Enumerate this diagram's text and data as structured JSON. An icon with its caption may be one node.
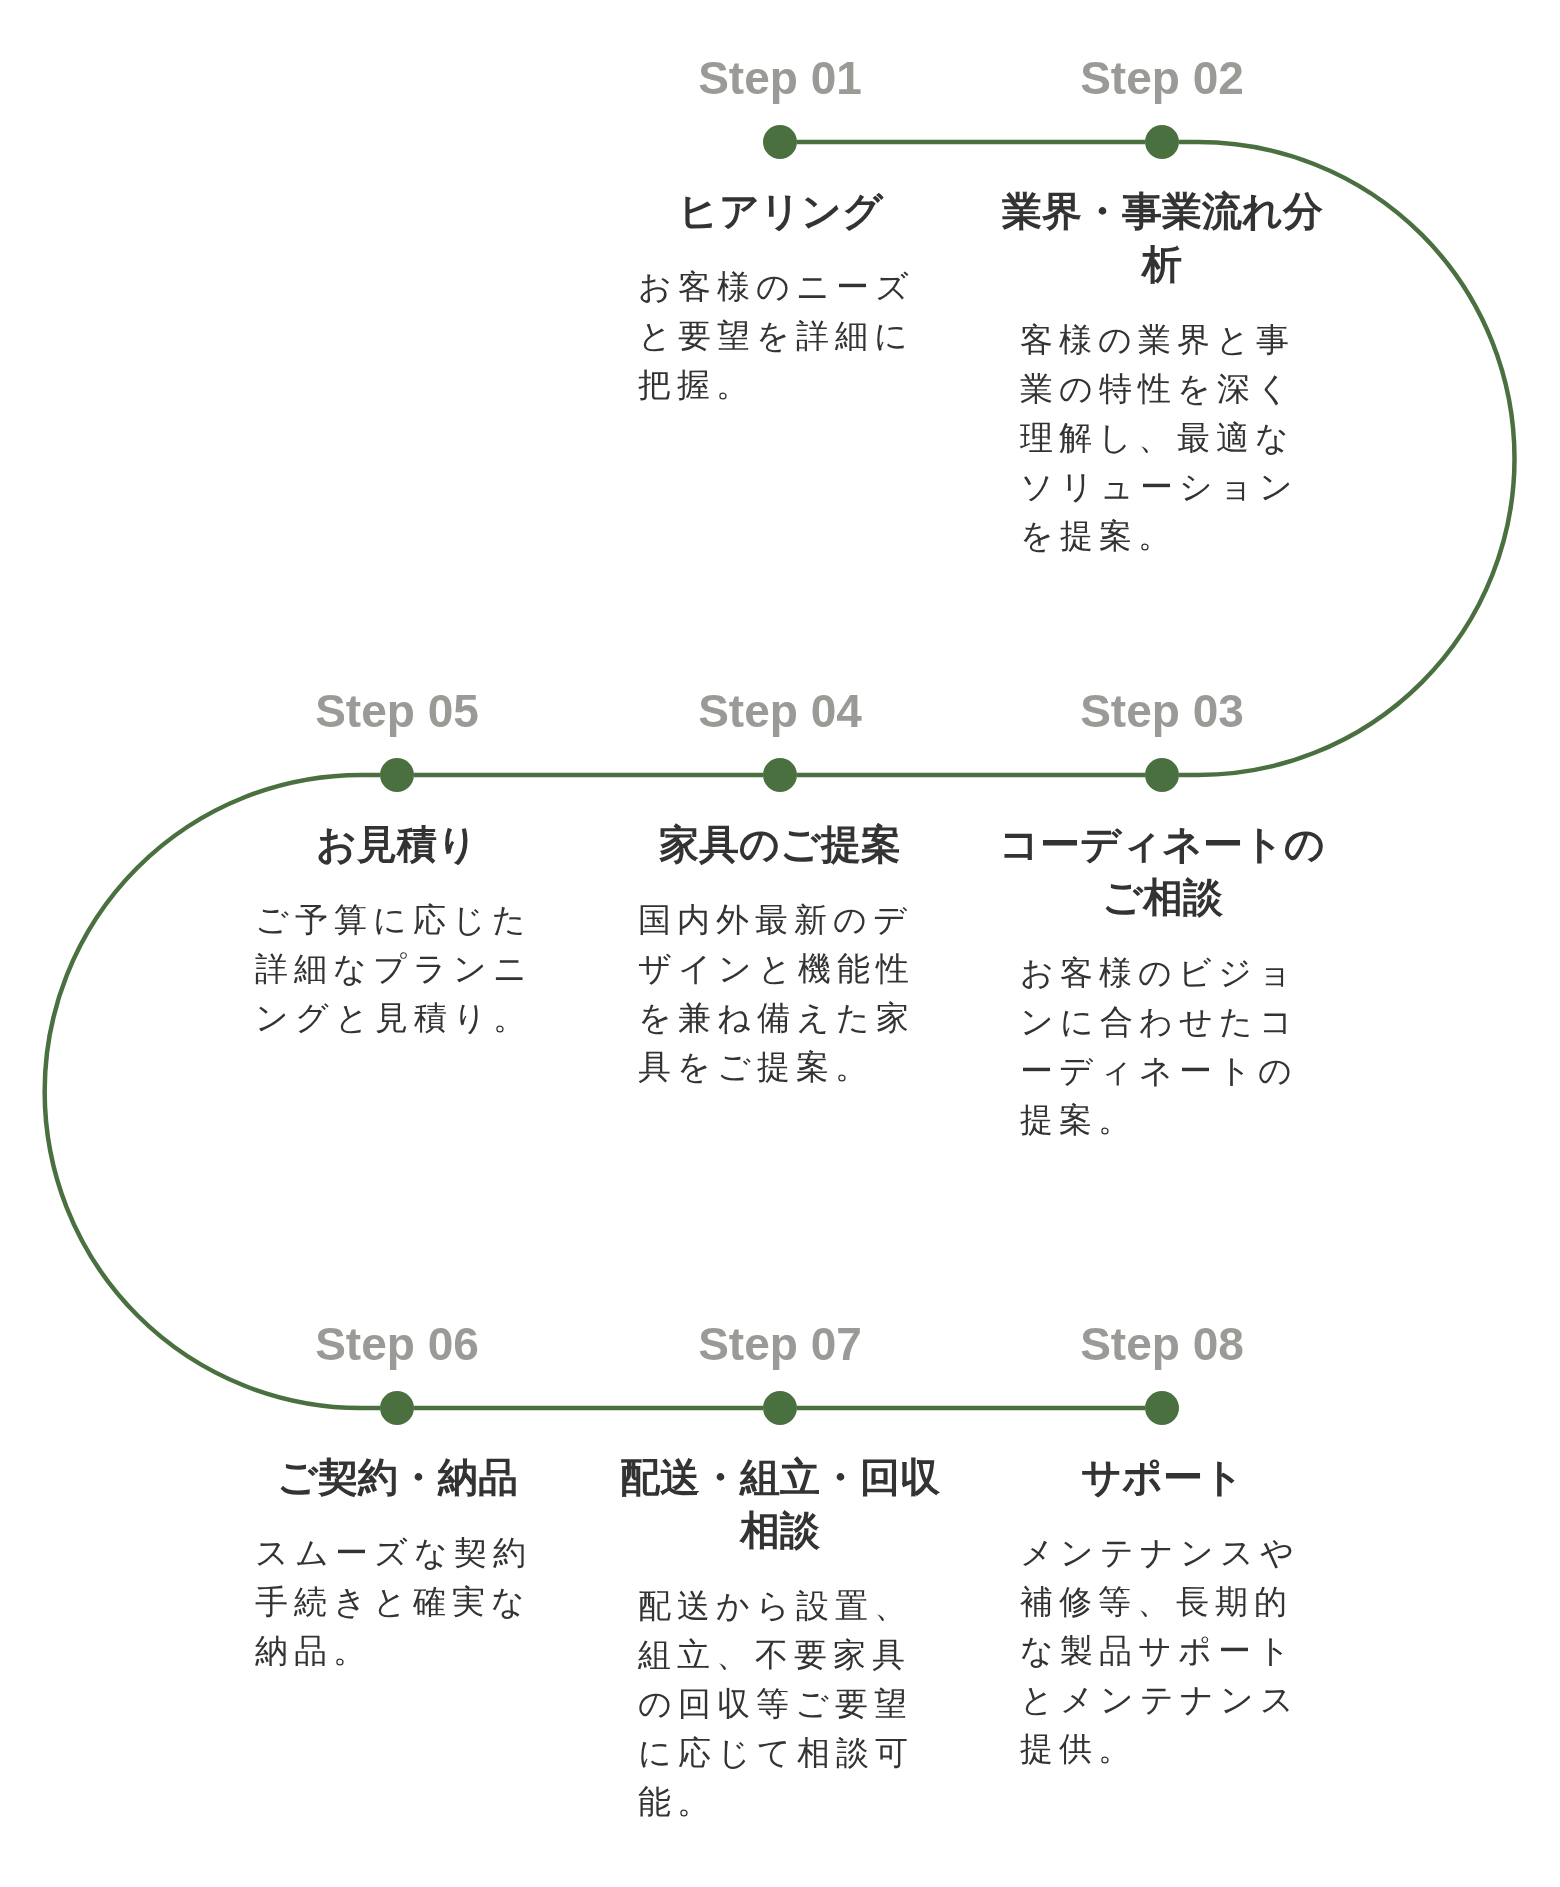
{
  "diagram": {
    "nodes": [
      {
        "text": [],
        "shape": "circle",
        "beside": [
          "Step 01",
          "ヒアリング",
          "お客様のニーズと要望を詳細に把握。"
        ]
      },
      {
        "text": [],
        "shape": "circle",
        "beside": [
          "Step 02",
          "業界・事業流れ分析",
          "客様の業界と事業の特性を深く理解し、最適なソリューションを提案。"
        ]
      },
      {
        "text": [],
        "shape": "circle",
        "beside": [
          "Step 03",
          "コーディネートのご相談",
          "お客様のビジョンに合わせたコーディネートの提案。"
        ]
      },
      {
        "text": [],
        "shape": "circle",
        "beside": [
          "Step 04",
          "家具のご提案",
          "国内外最新のデザインと機能性を兼ね備えた家具をご提案。"
        ]
      },
      {
        "text": [],
        "shape": "circle",
        "beside": [
          "Step 05",
          "お見積り",
          "ご予算に応じた詳細なプランニングと見積り。"
        ]
      },
      {
        "text": [],
        "shape": "circle",
        "beside": [
          "Step 06",
          "ご契約・納品",
          "スムーズな契約手続きと確実な納品。"
        ]
      },
      {
        "text": [],
        "shape": "circle",
        "beside": [
          "Step 07",
          "配送・組立・回収相談",
          "配送から設置、組立、不要家具の回収等ご要望に応じて相談可能。"
        ]
      },
      {
        "text": [],
        "shape": "circle",
        "beside": [
          "Step 08",
          "サポート",
          "メンテナンスや補修等、長期的な製品サポートとメンテナンス提供。"
        ]
      }
    ],
    "edges": [
      {
        "from": 0,
        "to": 1,
        "arrow": "none"
      },
      {
        "from": 1,
        "to": 2,
        "arrow": "none"
      },
      {
        "from": 2,
        "to": 3,
        "arrow": "none"
      },
      {
        "from": 3,
        "to": 4,
        "arrow": "none"
      },
      {
        "from": 4,
        "to": 5,
        "arrow": "none"
      },
      {
        "from": 5,
        "to": 6,
        "arrow": "none"
      },
      {
        "from": 6,
        "to": 7,
        "arrow": "none"
      }
    ]
  }
}
